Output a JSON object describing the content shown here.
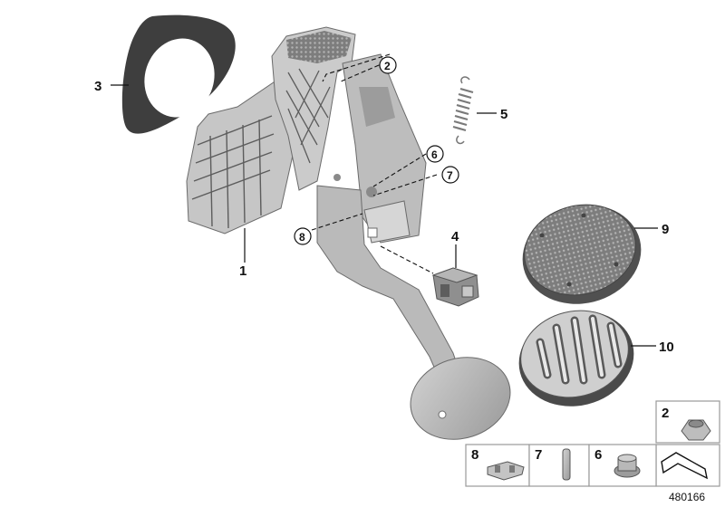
{
  "callouts": {
    "c1": "1",
    "c2": "2",
    "c3": "3",
    "c4": "4",
    "c5": "5",
    "c6": "6",
    "c7": "7",
    "c8": "8",
    "c9": "9",
    "c10": "10"
  },
  "legend": {
    "item_nut": "2",
    "item_clip": "8",
    "item_pin": "7",
    "item_grommet": "6"
  },
  "document_id": "480166",
  "colors": {
    "part_fill": "#b9b9b9",
    "part_dark": "#8c8c8c",
    "line": "#111111",
    "box_border": "#9a9a9a"
  }
}
